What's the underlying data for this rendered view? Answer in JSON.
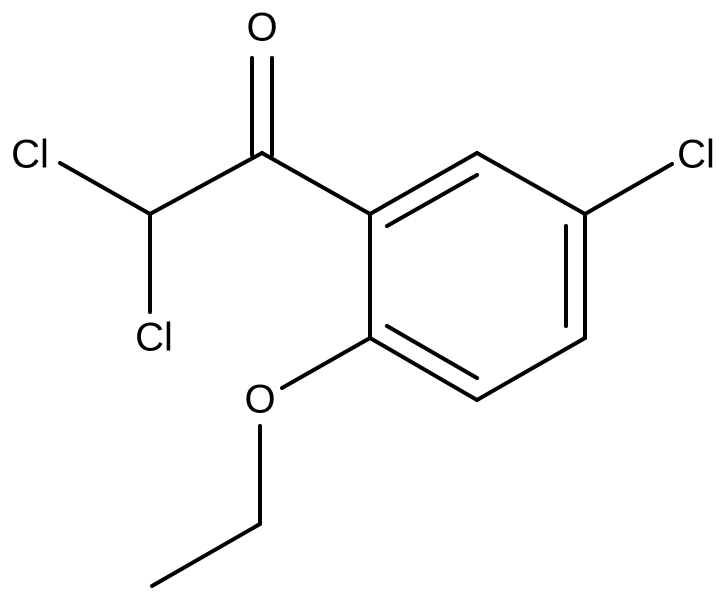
{
  "molecule": {
    "atoms": {
      "carbonyl_oxygen": "O",
      "ether_oxygen": "O",
      "chloro_1": "Cl",
      "chloro_2": "Cl",
      "chloro_ring": "Cl"
    }
  }
}
